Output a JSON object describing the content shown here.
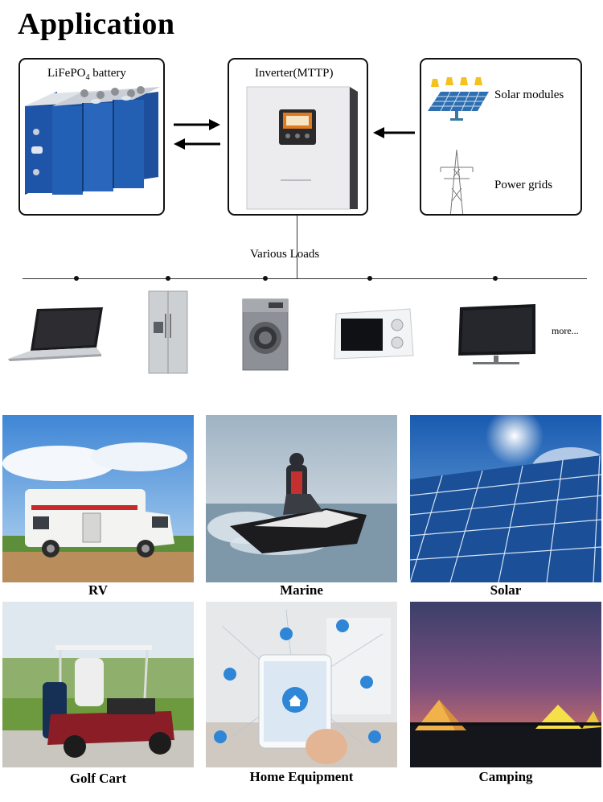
{
  "page": {
    "title": "Application"
  },
  "diagram": {
    "battery_label_main": "LiFePO",
    "battery_label_sub": "4",
    "battery_label_tail": " battery",
    "inverter_label": "Inverter(MTTP)",
    "solar_label": "Solar modules",
    "grid_label": "Power grids",
    "loads_label": "Various Loads",
    "more_label": "more..."
  },
  "applications": [
    {
      "label": "RV"
    },
    {
      "label": "Marine"
    },
    {
      "label": "Solar"
    },
    {
      "label": "Golf Cart"
    },
    {
      "label": "Home Equipment"
    },
    {
      "label": "Camping"
    }
  ],
  "colors": {
    "battery_blue": "#1f55a8",
    "inverter_white": "#e9e9ea",
    "display_orange": "#e07a1e",
    "sun_yellow": "#f3c21b",
    "panel_blue": "#2d6fb0"
  }
}
